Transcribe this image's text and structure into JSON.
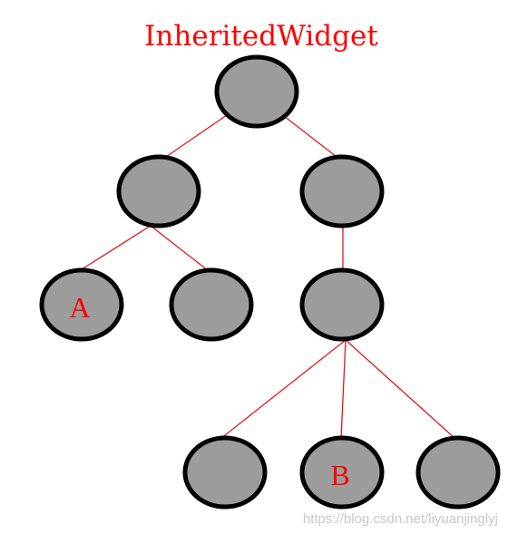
{
  "diagram": {
    "title": "InheritedWidget",
    "watermark": "https://blog.csdn.net/liyuanjinglyj",
    "colors": {
      "edge": "#e0191e",
      "node_fill": "#9c9c9c",
      "node_stroke": "#000000",
      "text": "#ff0000"
    },
    "nodes": [
      {
        "id": "root",
        "label": ""
      },
      {
        "id": "left-child",
        "label": ""
      },
      {
        "id": "right-child",
        "label": ""
      },
      {
        "id": "node-a",
        "label": "A"
      },
      {
        "id": "left-sibling",
        "label": ""
      },
      {
        "id": "right-grandchild",
        "label": ""
      },
      {
        "id": "leaf-left",
        "label": ""
      },
      {
        "id": "node-b",
        "label": "B"
      },
      {
        "id": "leaf-right",
        "label": ""
      }
    ],
    "edges": [
      {
        "from": "root",
        "to": "left-child"
      },
      {
        "from": "root",
        "to": "right-child"
      },
      {
        "from": "left-child",
        "to": "node-a"
      },
      {
        "from": "left-child",
        "to": "left-sibling"
      },
      {
        "from": "right-child",
        "to": "right-grandchild"
      },
      {
        "from": "right-grandchild",
        "to": "leaf-left"
      },
      {
        "from": "right-grandchild",
        "to": "node-b"
      },
      {
        "from": "right-grandchild",
        "to": "leaf-right"
      }
    ]
  }
}
